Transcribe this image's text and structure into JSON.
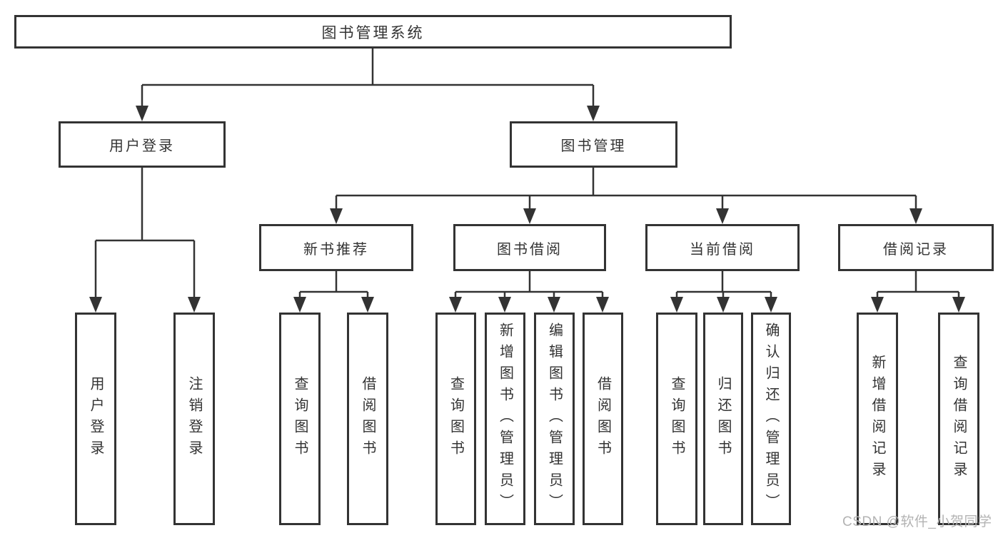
{
  "tree": {
    "root": {
      "label": "图书管理系统",
      "children": [
        {
          "label": "用户登录",
          "children": [
            {
              "label": "用户登录"
            },
            {
              "label": "注销登录"
            }
          ]
        },
        {
          "label": "图书管理",
          "children": [
            {
              "label": "新书推荐",
              "children": [
                {
                  "label": "查询图书"
                },
                {
                  "label": "借阅图书"
                }
              ]
            },
            {
              "label": "图书借阅",
              "children": [
                {
                  "label": "查询图书"
                },
                {
                  "label": "新增图书（管理员）"
                },
                {
                  "label": "编辑图书（管理员）"
                },
                {
                  "label": "借阅图书"
                }
              ]
            },
            {
              "label": "当前借阅",
              "children": [
                {
                  "label": "查询图书"
                },
                {
                  "label": "归还图书"
                },
                {
                  "label": "确认归还（管理员）"
                }
              ]
            },
            {
              "label": "借阅记录",
              "children": [
                {
                  "label": "新增借阅记录"
                },
                {
                  "label": "查询借阅记录"
                }
              ]
            }
          ]
        }
      ]
    }
  },
  "watermark": {
    "text": "CSDN @软件_小贺同学"
  },
  "colors": {
    "line": "#333333",
    "box_border": "#333333",
    "box_background": "#ffffff",
    "text": "#333333",
    "watermark": "#b3b3b3"
  }
}
